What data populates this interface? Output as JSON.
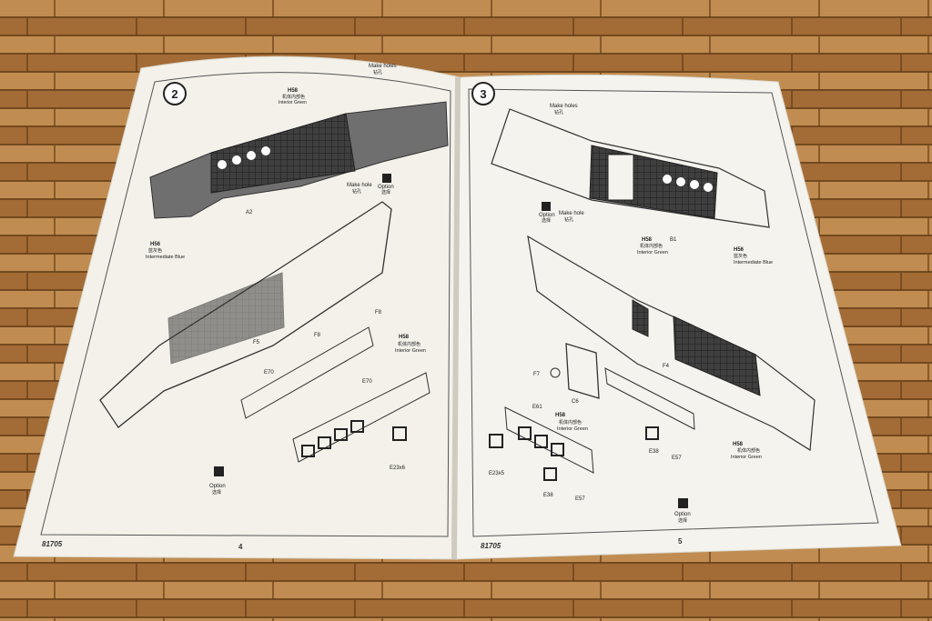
{
  "colors": {
    "wood_light": "#c99458",
    "wood_dark": "#8a5526",
    "paper": "#f3f1ea",
    "panel_gray": "#6f6f6f",
    "grid_dark": "#3a3a3a",
    "line": "#333333"
  },
  "left_page": {
    "step_number": "2",
    "callouts": {
      "make_holes_top": "Make holes",
      "make_holes_top_cn": "钻孔",
      "paint_top_code": "H58",
      "paint_top_name_cn": "机体内部色",
      "paint_top_name": "Interior Green",
      "make_hole_mid": "Make hole",
      "make_hole_mid_cn": "钻孔",
      "option_mid": "Option",
      "option_mid_cn": "选择",
      "part_a2": "A2",
      "paint_left_code": "H56",
      "paint_left_name_cn": "蓝灰色",
      "paint_left_name": "Intermediate Blue",
      "part_f8a": "F8",
      "part_f8b": "F8",
      "part_f5": "F5",
      "part_e70a": "E70",
      "part_e70b": "E70",
      "paint_right_code": "H58",
      "paint_right_name_cn": "机体内部色",
      "paint_right_name": "Interior Green",
      "part_e23": "E23x6",
      "option_bottom": "Option",
      "option_bottom_cn": "选择"
    },
    "catalog_number": "81705",
    "page_number": "4"
  },
  "right_page": {
    "step_number": "3",
    "callouts": {
      "make_holes_top": "Make holes",
      "make_holes_top_cn": "钻孔",
      "option_left": "Option",
      "option_left_cn": "选择",
      "make_hole_left": "Make hole",
      "make_hole_left_cn": "钻孔",
      "paint_mid_code": "H58",
      "paint_mid_name_cn": "机体内部色",
      "paint_mid_name": "Interior Green",
      "part_b1": "B1",
      "paint_right_code": "H56",
      "paint_right_name_cn": "蓝灰色",
      "paint_right_name": "Intermediate Blue",
      "part_f7": "F7",
      "part_c6": "C6",
      "part_f4": "F4",
      "part_e61": "E61",
      "paint_low_code": "H58",
      "paint_low_name_cn": "机体内部色",
      "paint_low_name": "Interior Green",
      "paint_lowright_code": "H58",
      "paint_lowright_name_cn": "机体内部色",
      "paint_lowright_name": "Interior Green",
      "part_e38a": "E38",
      "part_e57a": "E57",
      "part_e23": "E23x5",
      "part_e38b": "E38",
      "part_e57b": "E57",
      "option_bottom": "Option",
      "option_bottom_cn": "选择"
    },
    "catalog_number": "81705",
    "page_number": "5"
  }
}
